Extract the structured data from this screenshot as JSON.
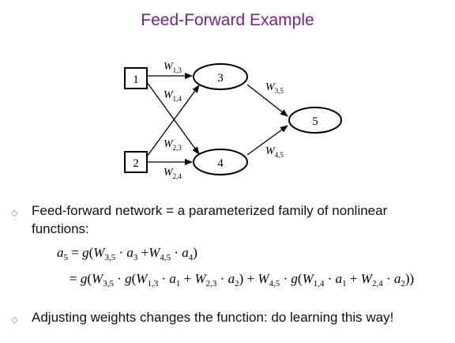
{
  "slide": {
    "title": "Feed-Forward Example"
  },
  "diagram": {
    "nodes": {
      "input1": "1",
      "input2": "2",
      "hidden3": "3",
      "hidden4": "4",
      "output5": "5"
    },
    "weights": {
      "w13": {
        "base": "W",
        "sub": "1,3"
      },
      "w14": {
        "base": "W",
        "sub": "1,4"
      },
      "w23": {
        "base": "W",
        "sub": "2,3"
      },
      "w24": {
        "base": "W",
        "sub": "2,4"
      },
      "w35": {
        "base": "W",
        "sub": "3,5"
      },
      "w45": {
        "base": "W",
        "sub": "4,5"
      }
    }
  },
  "bullets": [
    {
      "text": "Feed-forward network = a parameterized family of nonlinear functions:"
    },
    {
      "text": "Adjusting weights changes the function: do learning this way!"
    }
  ],
  "icons": {
    "bullet": "diamond-bullet-icon"
  }
}
